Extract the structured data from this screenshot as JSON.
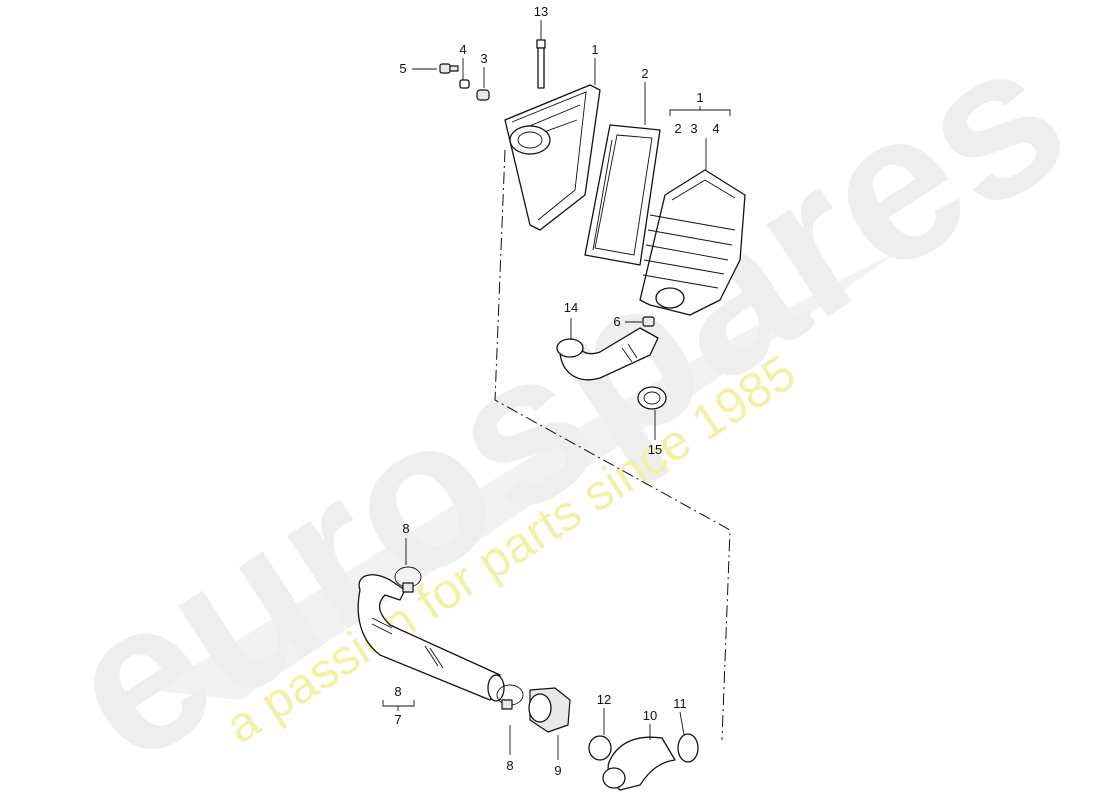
{
  "watermark": {
    "logo": "eurospares",
    "tagline": "a passion for parts since 1985",
    "logo_color": "#eeeeee",
    "tagline_color": "#f3f1a8"
  },
  "callouts": {
    "n1": "1",
    "n2": "2",
    "n3": "3",
    "n4": "4",
    "n5": "5",
    "n13": "13",
    "kit_top": "1",
    "kit_2": "2",
    "kit_3": "3",
    "kit_4": "4",
    "n14": "14",
    "n6": "6",
    "n15": "15",
    "n8_top": "8",
    "kit_bottom_8": "8",
    "kit_bottom_7": "7",
    "n8_bottom": "8",
    "n9": "9",
    "n12": "12",
    "n10": "10",
    "n11": "11"
  }
}
